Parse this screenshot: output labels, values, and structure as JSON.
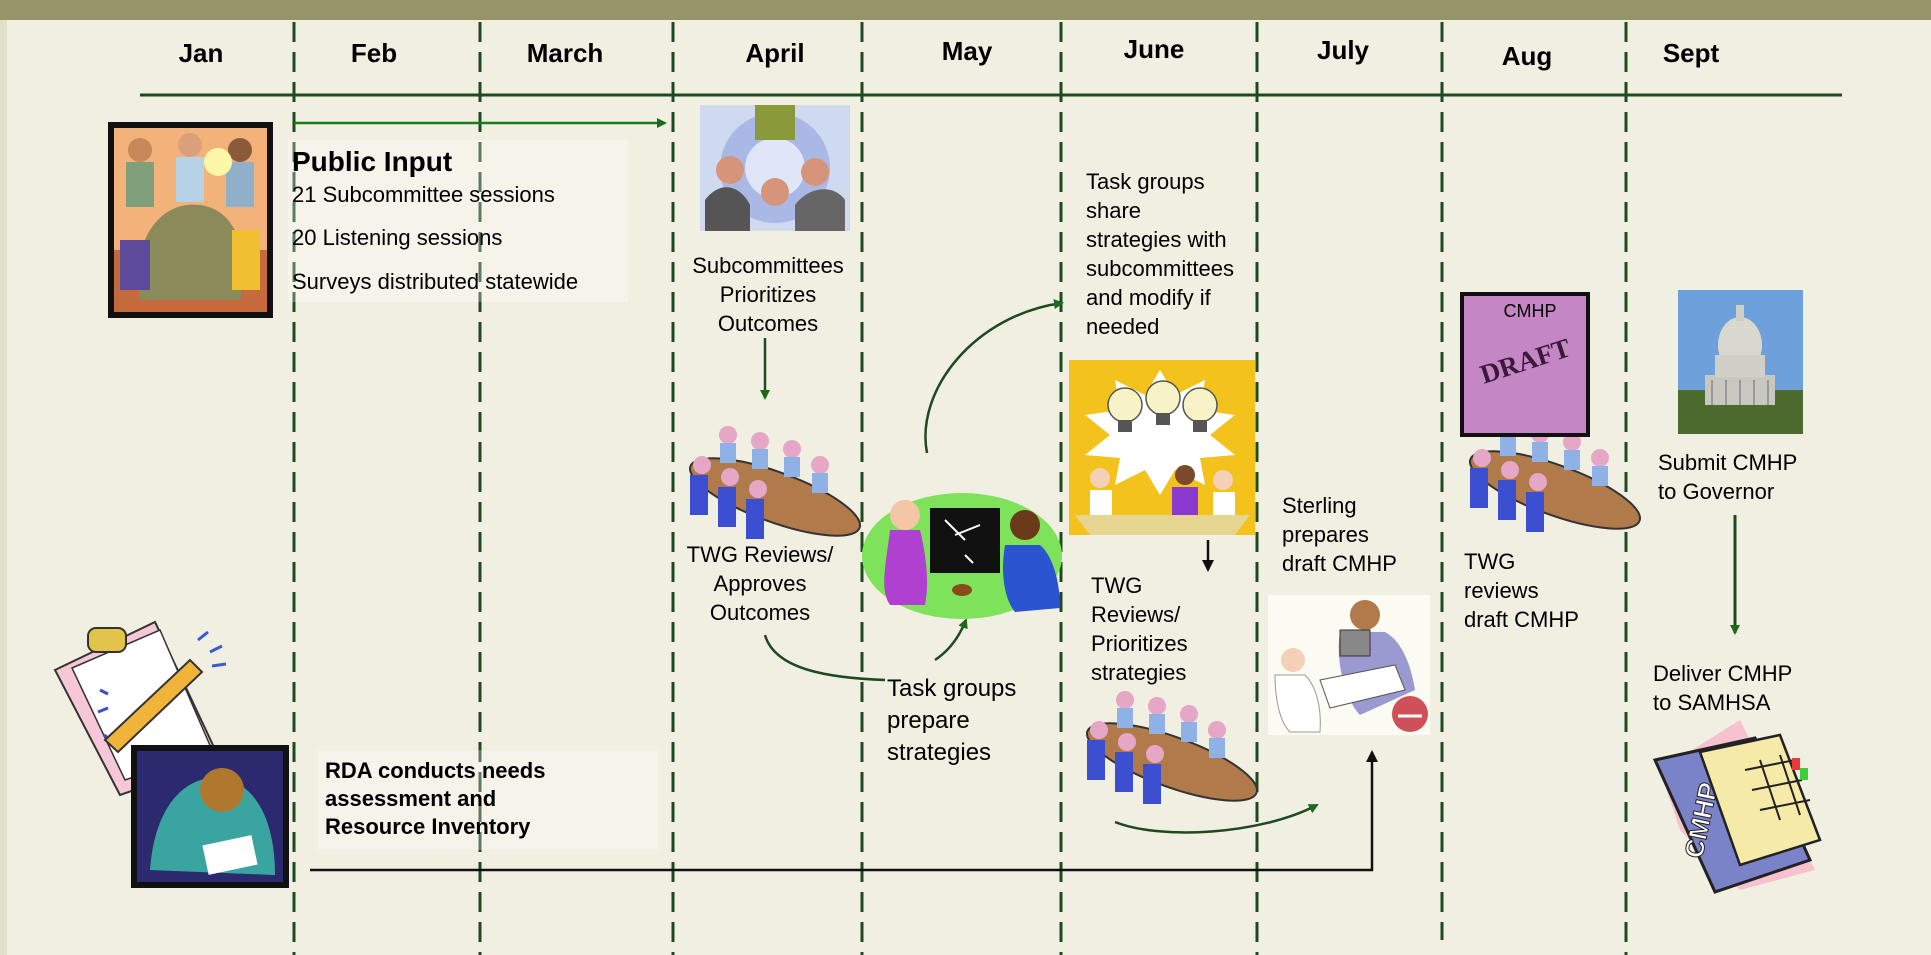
{
  "months": [
    "Jan",
    "Feb",
    "March",
    "April",
    "May",
    "June",
    "July",
    "Aug",
    "Sept"
  ],
  "public_input": {
    "title": "Public Input",
    "lines": [
      "21 Subcommittee sessions",
      "20 Listening sessions",
      "Surveys distributed statewide"
    ]
  },
  "subcommittees": [
    "Subcommittees",
    "Prioritizes",
    "Outcomes"
  ],
  "twg_approves": [
    "TWG Reviews/",
    "Approves",
    "Outcomes"
  ],
  "task_groups_prepare": [
    "Task groups",
    "prepare",
    "strategies"
  ],
  "task_groups_share": [
    "Task groups",
    "share",
    "strategies with",
    "subcommittees",
    "and modify if",
    "needed"
  ],
  "twg_prioritizes": [
    "TWG",
    "Reviews/",
    "Prioritizes",
    "strategies"
  ],
  "sterling": [
    "Sterling",
    "prepares",
    "draft CMHP"
  ],
  "twg_draft": [
    "TWG",
    "reviews",
    "draft CMHP"
  ],
  "submit": [
    "Submit CMHP",
    "to Governor"
  ],
  "deliver": [
    "Deliver CMHP",
    "to SAMHSA"
  ],
  "rda": [
    "RDA conducts needs",
    "assessment and",
    "Resource Inventory"
  ],
  "draft_doc": {
    "label": "CMHP",
    "stamp": "DRAFT"
  },
  "binder_label": "CMHP",
  "colors": {
    "line": "#1f4a1f",
    "arrow": "#1a7a1a",
    "header": "#98946a"
  }
}
